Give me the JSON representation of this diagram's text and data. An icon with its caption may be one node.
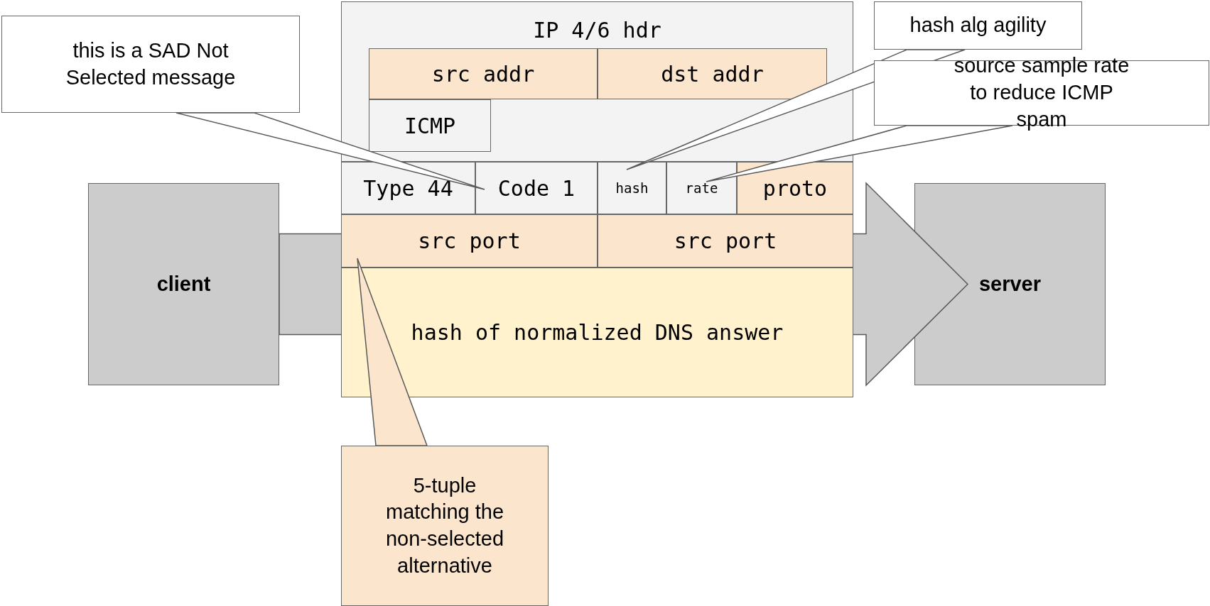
{
  "diagram": {
    "nodes": [
      {
        "text": [
          "IP 4/6 hdr"
        ]
      },
      {
        "text": [
          "src addr"
        ],
        "in": 0
      },
      {
        "text": [
          "dst addr"
        ],
        "in": 0
      },
      {
        "text": [
          "ICMP"
        ],
        "in": 0
      },
      {
        "text": [
          "this is a SAD Not Selected message"
        ]
      },
      {
        "text": [
          "hash alg agility"
        ]
      },
      {
        "text": [
          "source sample rate to reduce ICMP spam"
        ]
      },
      {
        "text": [
          "client"
        ]
      },
      {
        "text": [
          "Type 44"
        ]
      },
      {
        "text": [
          "Code 1"
        ]
      },
      {
        "text": [
          "hash"
        ]
      },
      {
        "text": [
          "rate"
        ]
      },
      {
        "text": [
          "proto"
        ]
      },
      {
        "text": [
          "src port"
        ]
      },
      {
        "text": [
          "src port"
        ]
      },
      {
        "text": [
          "server"
        ]
      },
      {
        "text": [
          "hash of normalized DNS answer"
        ]
      },
      {
        "text": [
          "5-tuple matching the non-selected alternative"
        ]
      }
    ],
    "edges": [
      {
        "from": 4,
        "to": 9,
        "arrow": "none"
      },
      {
        "from": 5,
        "to": 10,
        "arrow": "none"
      },
      {
        "from": 6,
        "to": 11,
        "arrow": "none"
      },
      {
        "from": 17,
        "to": 13,
        "arrow": "none"
      },
      {
        "from": 7,
        "to": 15,
        "arrow": "to"
      }
    ]
  }
}
